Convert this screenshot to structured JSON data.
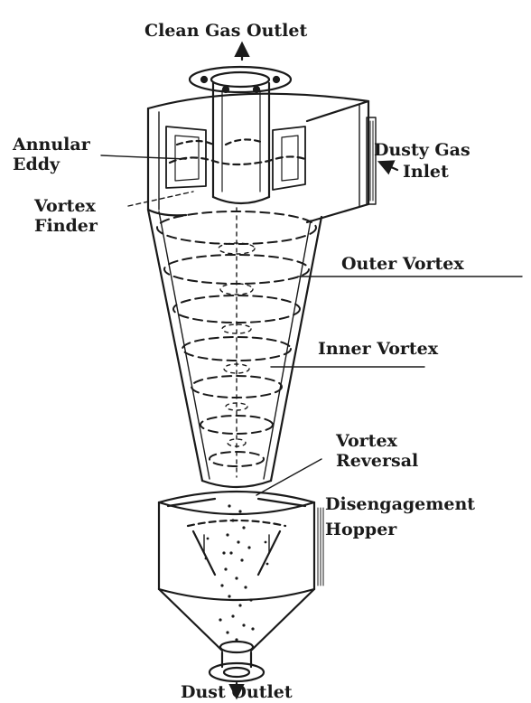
{
  "labels": {
    "clean_gas_outlet": "Clean Gas Outlet",
    "annular": "Annular",
    "eddy": "Eddy",
    "dusty_gas": "Dusty Gas",
    "inlet": "Inlet",
    "vortex": "Vortex",
    "finder": "Finder",
    "outer_vortex": "Outer Vortex",
    "inner_vortex": "Inner Vortex",
    "vortex_reversal_1": "Vortex",
    "vortex_reversal_2": "Reversal",
    "disengagement": "Disengagement",
    "hopper": "Hopper",
    "dust_outlet": "Dust Outlet"
  },
  "colors": {
    "ink": "#1a1a1a",
    "background": "#ffffff"
  }
}
